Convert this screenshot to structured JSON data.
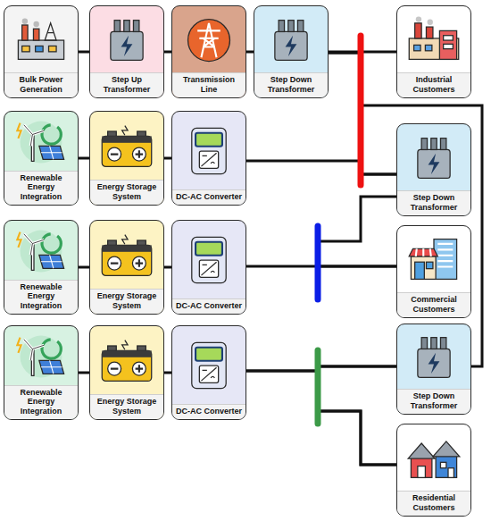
{
  "diagram": {
    "nodes": [
      {
        "text": [
          "Bulk Power Generation"
        ]
      },
      {
        "text": [
          "Step Up Transformer"
        ]
      },
      {
        "text": [
          "Transmission Line"
        ]
      },
      {
        "text": [
          "Step Down Transformer"
        ]
      },
      {
        "text": [
          "Industrial Customers"
        ]
      },
      {
        "text": [
          "Renewable Energy Integration"
        ]
      },
      {
        "text": [
          "Energy Storage System"
        ]
      },
      {
        "text": [
          "DC-AC Converter"
        ]
      },
      {
        "text": [
          "Step Down Transformer"
        ]
      },
      {
        "text": [
          "Renewable Energy Integration"
        ]
      },
      {
        "text": [
          "Energy Storage System"
        ]
      },
      {
        "text": [
          "DC-AC Converter"
        ]
      },
      {
        "text": [
          "Commercial Customers"
        ]
      },
      {
        "text": [
          "Renewable Energy Integration"
        ]
      },
      {
        "text": [
          "Energy Storage System"
        ]
      },
      {
        "text": [
          "DC-AC Converter"
        ]
      },
      {
        "text": [
          "Step Down Transformer"
        ]
      },
      {
        "text": [
          "Residential Customers"
        ]
      }
    ],
    "edges": [
      {
        "from": 0,
        "to": 1,
        "arrow": "none"
      },
      {
        "from": 1,
        "to": 2,
        "arrow": "none"
      },
      {
        "from": 2,
        "to": 3,
        "arrow": "none"
      },
      {
        "from": 3,
        "to": 4,
        "arrow": "none"
      },
      {
        "from": 3,
        "to": 8,
        "arrow": "none"
      },
      {
        "from": 7,
        "to": 8,
        "arrow": "none"
      },
      {
        "from": 3,
        "to": 16,
        "arrow": "none"
      },
      {
        "from": 5,
        "to": 6,
        "arrow": "none"
      },
      {
        "from": 6,
        "to": 7,
        "arrow": "none"
      },
      {
        "from": 9,
        "to": 10,
        "arrow": "none"
      },
      {
        "from": 10,
        "to": 11,
        "arrow": "none"
      },
      {
        "from": 11,
        "to": 12,
        "arrow": "none"
      },
      {
        "from": 8,
        "to": 12,
        "arrow": "none"
      },
      {
        "from": 13,
        "to": 14,
        "arrow": "none"
      },
      {
        "from": 14,
        "to": 15,
        "arrow": "none"
      },
      {
        "from": 15,
        "to": 16,
        "arrow": "none"
      },
      {
        "from": 16,
        "to": 17,
        "arrow": "none"
      },
      {
        "from": 15,
        "to": 17,
        "arrow": "none"
      }
    ]
  }
}
